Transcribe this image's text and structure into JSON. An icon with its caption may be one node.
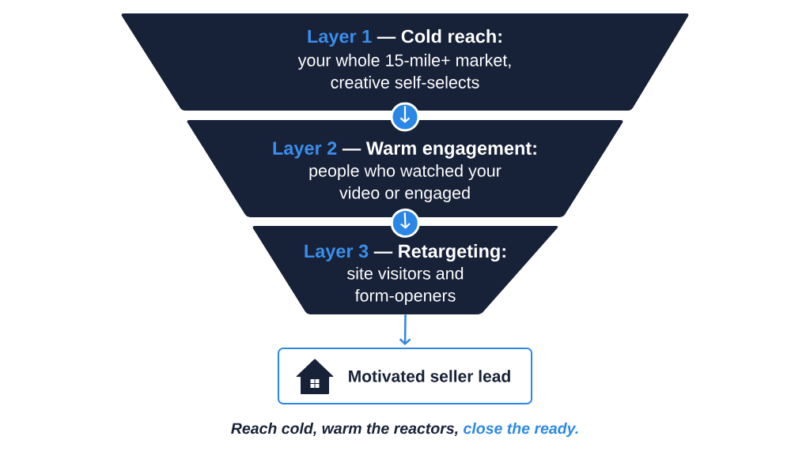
{
  "diagram": {
    "nodes": [
      {
        "text": [
          "Layer 1",
          "— Cold reach:",
          "your whole 15-mile+ market, creative self-selects"
        ]
      },
      {
        "text": [
          "Layer 2",
          "— Warm engagement:",
          "people who watched your video or engaged"
        ]
      },
      {
        "text": [
          "Layer 3",
          "— Retargeting:",
          "site visitors and form-openers"
        ]
      },
      {
        "text": [
          "Motivated seller lead"
        ]
      }
    ],
    "edges": [
      {
        "from": 0,
        "to": 1,
        "arrow": "to"
      },
      {
        "from": 1,
        "to": 2,
        "arrow": "to"
      },
      {
        "from": 2,
        "to": 3,
        "arrow": "to",
        "color": "#2b87e6"
      }
    ],
    "labels": [
      "Reach cold, warm the reactors,",
      "close the ready."
    ]
  }
}
